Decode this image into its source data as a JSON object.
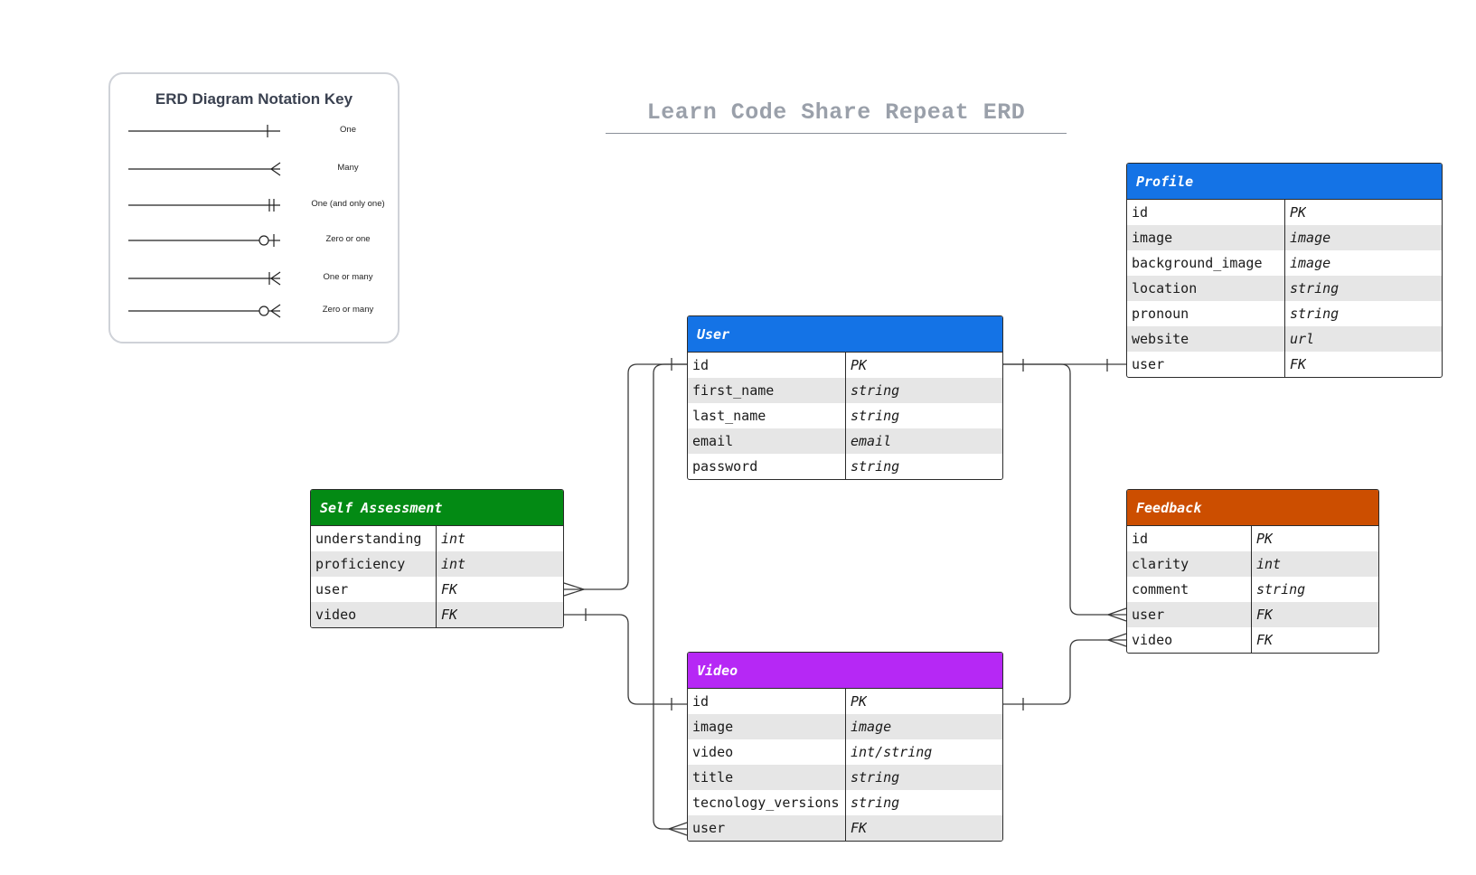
{
  "key": {
    "title": "ERD Diagram Notation Key",
    "items": [
      {
        "label": "One",
        "symbol": "one"
      },
      {
        "label": "Many",
        "symbol": "many"
      },
      {
        "label": "One (and only one)",
        "symbol": "one-and-only-one"
      },
      {
        "label": "Zero or one",
        "symbol": "zero-or-one"
      },
      {
        "label": "One or many",
        "symbol": "one-or-many"
      },
      {
        "label": "Zero or many",
        "symbol": "zero-or-many"
      }
    ]
  },
  "diagram": {
    "title": "Learn Code Share Repeat ERD"
  },
  "colors": {
    "user": "#1473e6",
    "profile": "#1473e6",
    "self_assessment": "#038a14",
    "feedback": "#cc4e00",
    "video": "#b628f5",
    "line": "#3a3a3a"
  },
  "entities": {
    "user": {
      "name": "User",
      "fields": [
        {
          "name": "id",
          "type": "PK"
        },
        {
          "name": "first_name",
          "type": "string"
        },
        {
          "name": "last_name",
          "type": "string"
        },
        {
          "name": "email",
          "type": "email"
        },
        {
          "name": "password",
          "type": "string"
        }
      ]
    },
    "profile": {
      "name": "Profile",
      "fields": [
        {
          "name": "id",
          "type": "PK"
        },
        {
          "name": "image",
          "type": "image"
        },
        {
          "name": "background_image",
          "type": "image"
        },
        {
          "name": "location",
          "type": "string"
        },
        {
          "name": "pronoun",
          "type": "string"
        },
        {
          "name": "website",
          "type": "url"
        },
        {
          "name": "user",
          "type": "FK"
        }
      ]
    },
    "self_assessment": {
      "name": "Self Assessment",
      "fields": [
        {
          "name": "understanding",
          "type": "int"
        },
        {
          "name": "proficiency",
          "type": "int"
        },
        {
          "name": "user",
          "type": "FK"
        },
        {
          "name": "video",
          "type": "FK"
        }
      ]
    },
    "feedback": {
      "name": "Feedback",
      "fields": [
        {
          "name": "id",
          "type": "PK"
        },
        {
          "name": "clarity",
          "type": "int"
        },
        {
          "name": "comment",
          "type": "string"
        },
        {
          "name": "user",
          "type": "FK"
        },
        {
          "name": "video",
          "type": "FK"
        }
      ]
    },
    "video": {
      "name": "Video",
      "fields": [
        {
          "name": "id",
          "type": "PK"
        },
        {
          "name": "image",
          "type": "image"
        },
        {
          "name": "video",
          "type": "int/string"
        },
        {
          "name": "title",
          "type": "string"
        },
        {
          "name": "tecnology_versions",
          "type": "string"
        },
        {
          "name": "user",
          "type": "FK"
        }
      ]
    }
  },
  "relationships": [
    {
      "from": "user.id",
      "to": "profile.user",
      "from_end": "one",
      "to_end": "one"
    },
    {
      "from": "user.id",
      "to": "self_assessment.user",
      "from_end": "one",
      "to_end": "many"
    },
    {
      "from": "user.id",
      "to": "video.user",
      "from_end": "one",
      "to_end": "many"
    },
    {
      "from": "user.id",
      "to": "feedback.user",
      "from_end": "one",
      "to_end": "many"
    },
    {
      "from": "self_assessment.video",
      "to": "video.id",
      "from_end": "one",
      "to_end": "one"
    },
    {
      "from": "video.id",
      "to": "feedback.video",
      "from_end": "one",
      "to_end": "many"
    }
  ]
}
